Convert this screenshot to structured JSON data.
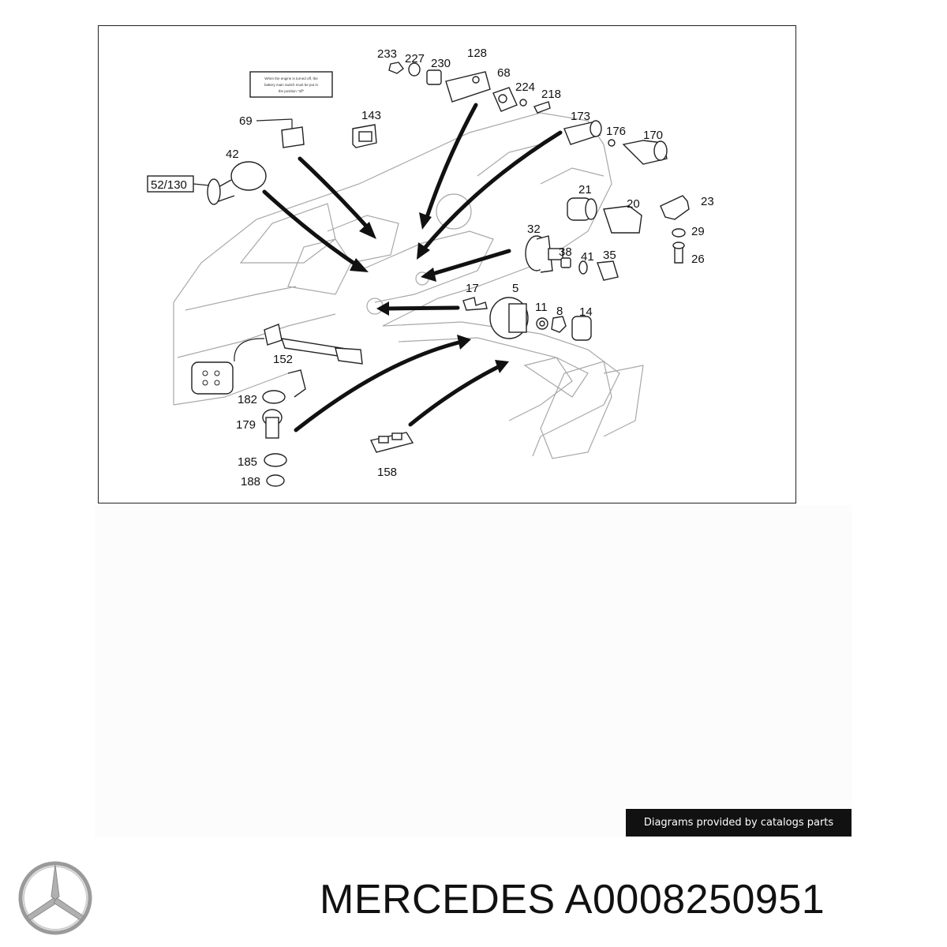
{
  "diagram": {
    "labels": [
      {
        "id": "233",
        "text": "233"
      },
      {
        "id": "227",
        "text": "227"
      },
      {
        "id": "230",
        "text": "230"
      },
      {
        "id": "128",
        "text": "128"
      },
      {
        "id": "68",
        "text": "68"
      },
      {
        "id": "224",
        "text": "224"
      },
      {
        "id": "218",
        "text": "218"
      },
      {
        "id": "173",
        "text": "173"
      },
      {
        "id": "176",
        "text": "176"
      },
      {
        "id": "170",
        "text": "170"
      },
      {
        "id": "69",
        "text": "69"
      },
      {
        "id": "143",
        "text": "143"
      },
      {
        "id": "42",
        "text": "42"
      },
      {
        "id": "52-130",
        "text": "52/130"
      },
      {
        "id": "21",
        "text": "21"
      },
      {
        "id": "20",
        "text": "20"
      },
      {
        "id": "23",
        "text": "23"
      },
      {
        "id": "29",
        "text": "29"
      },
      {
        "id": "26",
        "text": "26"
      },
      {
        "id": "32",
        "text": "32"
      },
      {
        "id": "38",
        "text": "38"
      },
      {
        "id": "41",
        "text": "41"
      },
      {
        "id": "35",
        "text": "35"
      },
      {
        "id": "17",
        "text": "17"
      },
      {
        "id": "5",
        "text": "5"
      },
      {
        "id": "11",
        "text": "11"
      },
      {
        "id": "8",
        "text": "8"
      },
      {
        "id": "14",
        "text": "14"
      },
      {
        "id": "152",
        "text": "152"
      },
      {
        "id": "182",
        "text": "182"
      },
      {
        "id": "179",
        "text": "179"
      },
      {
        "id": "185",
        "text": "185"
      },
      {
        "id": "188",
        "text": "188"
      },
      {
        "id": "158",
        "text": "158"
      }
    ],
    "warning_label_text": "When the engine is turned off, the battery main switch must be put in the position \"off\""
  },
  "credit_badge": "Diagrams provided by catalogs parts",
  "brand": "MERCEDES",
  "part_number": "A0008250951",
  "colors": {
    "badge_bg": "#111111",
    "badge_text": "#ffffff",
    "ink": "#111111"
  }
}
